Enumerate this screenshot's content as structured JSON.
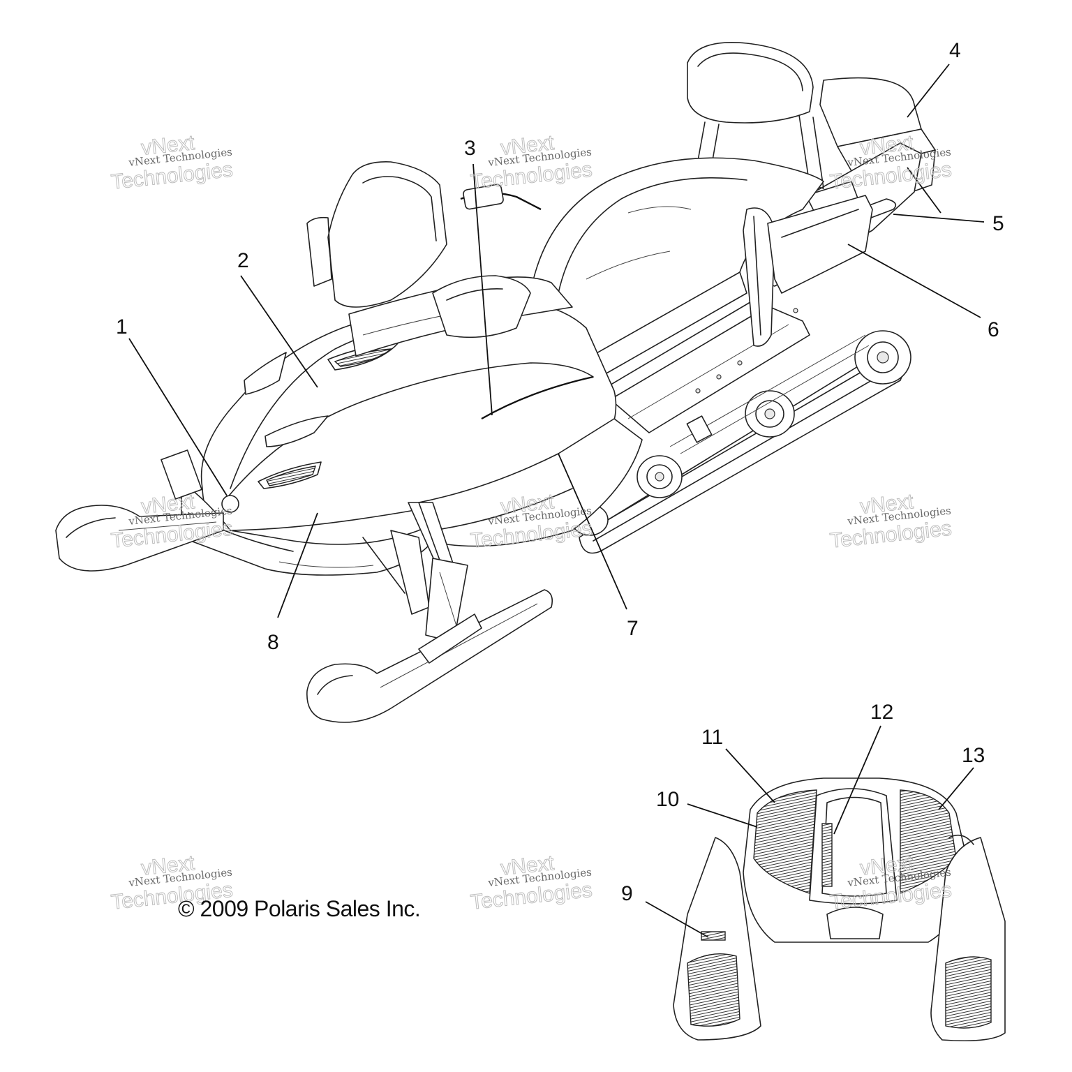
{
  "callouts": [
    "1",
    "2",
    "3",
    "4",
    "5",
    "6",
    "7",
    "8",
    "9",
    "10",
    "11",
    "12",
    "13"
  ],
  "copyright": "© 2009 Polaris Sales Inc.",
  "watermark": {
    "line1": "vNext Technologies",
    "line2": "vNext",
    "line3": "Technologies"
  }
}
